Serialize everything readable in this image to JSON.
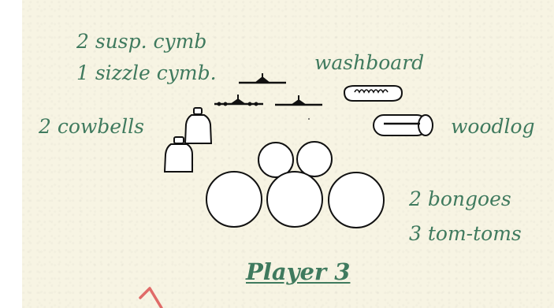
{
  "labels": {
    "cymbals_line1": "2 susp. cymb",
    "cymbals_line2": "1 sizzle cymb.",
    "washboard": "washboard",
    "cowbells": "2 cowbells",
    "woodlog": "woodlog",
    "bongoes": "2 bongoes",
    "tomtoms": "3 tom-toms"
  },
  "title": "Player 3",
  "colors": {
    "paper": "#f7f4e3",
    "text": "#3f7a5e",
    "ink": "#111111",
    "marker": "#e06b68"
  },
  "icons": {
    "cymbal": "cymbal-icon",
    "washboard": "washboard-icon",
    "woodlog": "woodlog-icon",
    "cowbell": "cowbell-icon",
    "bongo": "bongo-drum-icon",
    "tomtom": "tom-tom-drum-icon",
    "annotation": "red-arrow-mark"
  }
}
